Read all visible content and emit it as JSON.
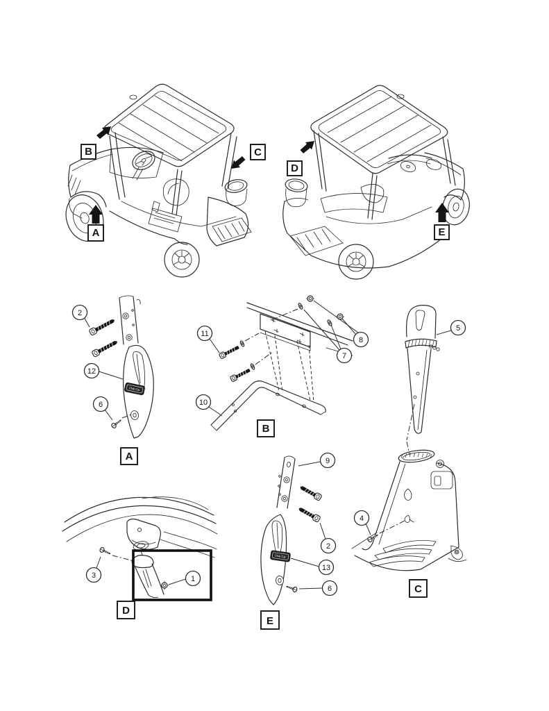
{
  "figure": {
    "kind": "exploded-parts-diagram",
    "subject": "golf cart roof supports, struts and covers"
  },
  "brand": {
    "plate_text": "Club Car"
  },
  "overview": {
    "markers": [
      {
        "id": "B",
        "label": "B"
      },
      {
        "id": "C",
        "label": "C"
      },
      {
        "id": "A",
        "label": "A"
      },
      {
        "id": "D",
        "label": "D"
      },
      {
        "id": "E",
        "label": "E"
      }
    ]
  },
  "details": {
    "a": {
      "title": "A",
      "callouts": [
        "2",
        "12",
        "6"
      ]
    },
    "b": {
      "title": "B",
      "callouts": [
        "11",
        "8",
        "7",
        "10"
      ]
    },
    "c": {
      "title": "C",
      "callouts": [
        "5",
        "4"
      ]
    },
    "d": {
      "title": "D",
      "callouts": [
        "3",
        "1"
      ]
    },
    "e": {
      "title": "E",
      "callouts": [
        "9",
        "2",
        "13",
        "6"
      ]
    }
  },
  "colors": {
    "ink": "#2b2b2b",
    "paper": "#ffffff"
  }
}
